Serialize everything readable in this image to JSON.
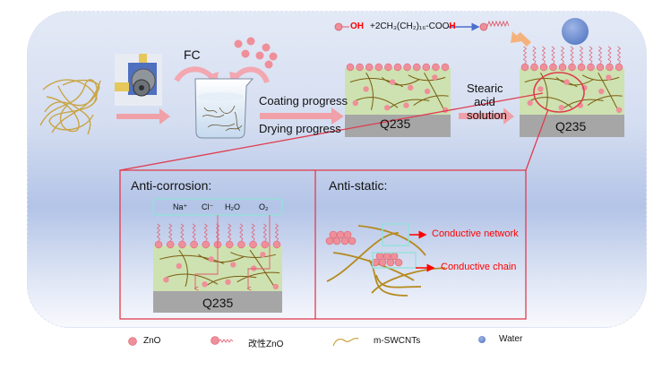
{
  "process": {
    "fc_label": "FC",
    "coating_label": "Coating progress",
    "drying_label": "Drying progress",
    "stearic_lines": [
      "Stearic",
      "acid",
      "solution"
    ],
    "substrate_label": "Q235"
  },
  "reaction": {
    "reactant_group": "OH",
    "reagent": "+2CH₃(CH₂)₁₆-COO",
    "reagent_h": "H"
  },
  "anti_corrosion": {
    "title": "Anti-corrosion:",
    "ions": [
      "Na⁺",
      "Cl⁻",
      "H₂O",
      "O₂"
    ],
    "substrate_label": "Q235"
  },
  "anti_static": {
    "title": "Anti-static:",
    "network_label": "Conductive network",
    "chain_label": "Conductive chain"
  },
  "legend": [
    {
      "icon": "zno-particle-icon",
      "label": "ZnO"
    },
    {
      "icon": "modified-zno-icon",
      "label": "改性ZnO"
    },
    {
      "icon": "swcnt-fiber-icon",
      "label": "m-SWCNTs"
    },
    {
      "icon": "water-droplet-icon",
      "label": "Water"
    }
  ],
  "colors": {
    "zno": "#ee8f99",
    "zno_stroke": "#d9606f",
    "coating": "#cde2b0",
    "substrate": "#a6a6a6",
    "fiber": "#b58a1e",
    "accent_red": "#e03c4e",
    "highlight_text": "#ff0000",
    "water": "#6f8ed0",
    "cyan_box": "#8fe3d8",
    "arrow_pink": "#f0a0a8",
    "arrow_orange": "#f5b27c"
  }
}
